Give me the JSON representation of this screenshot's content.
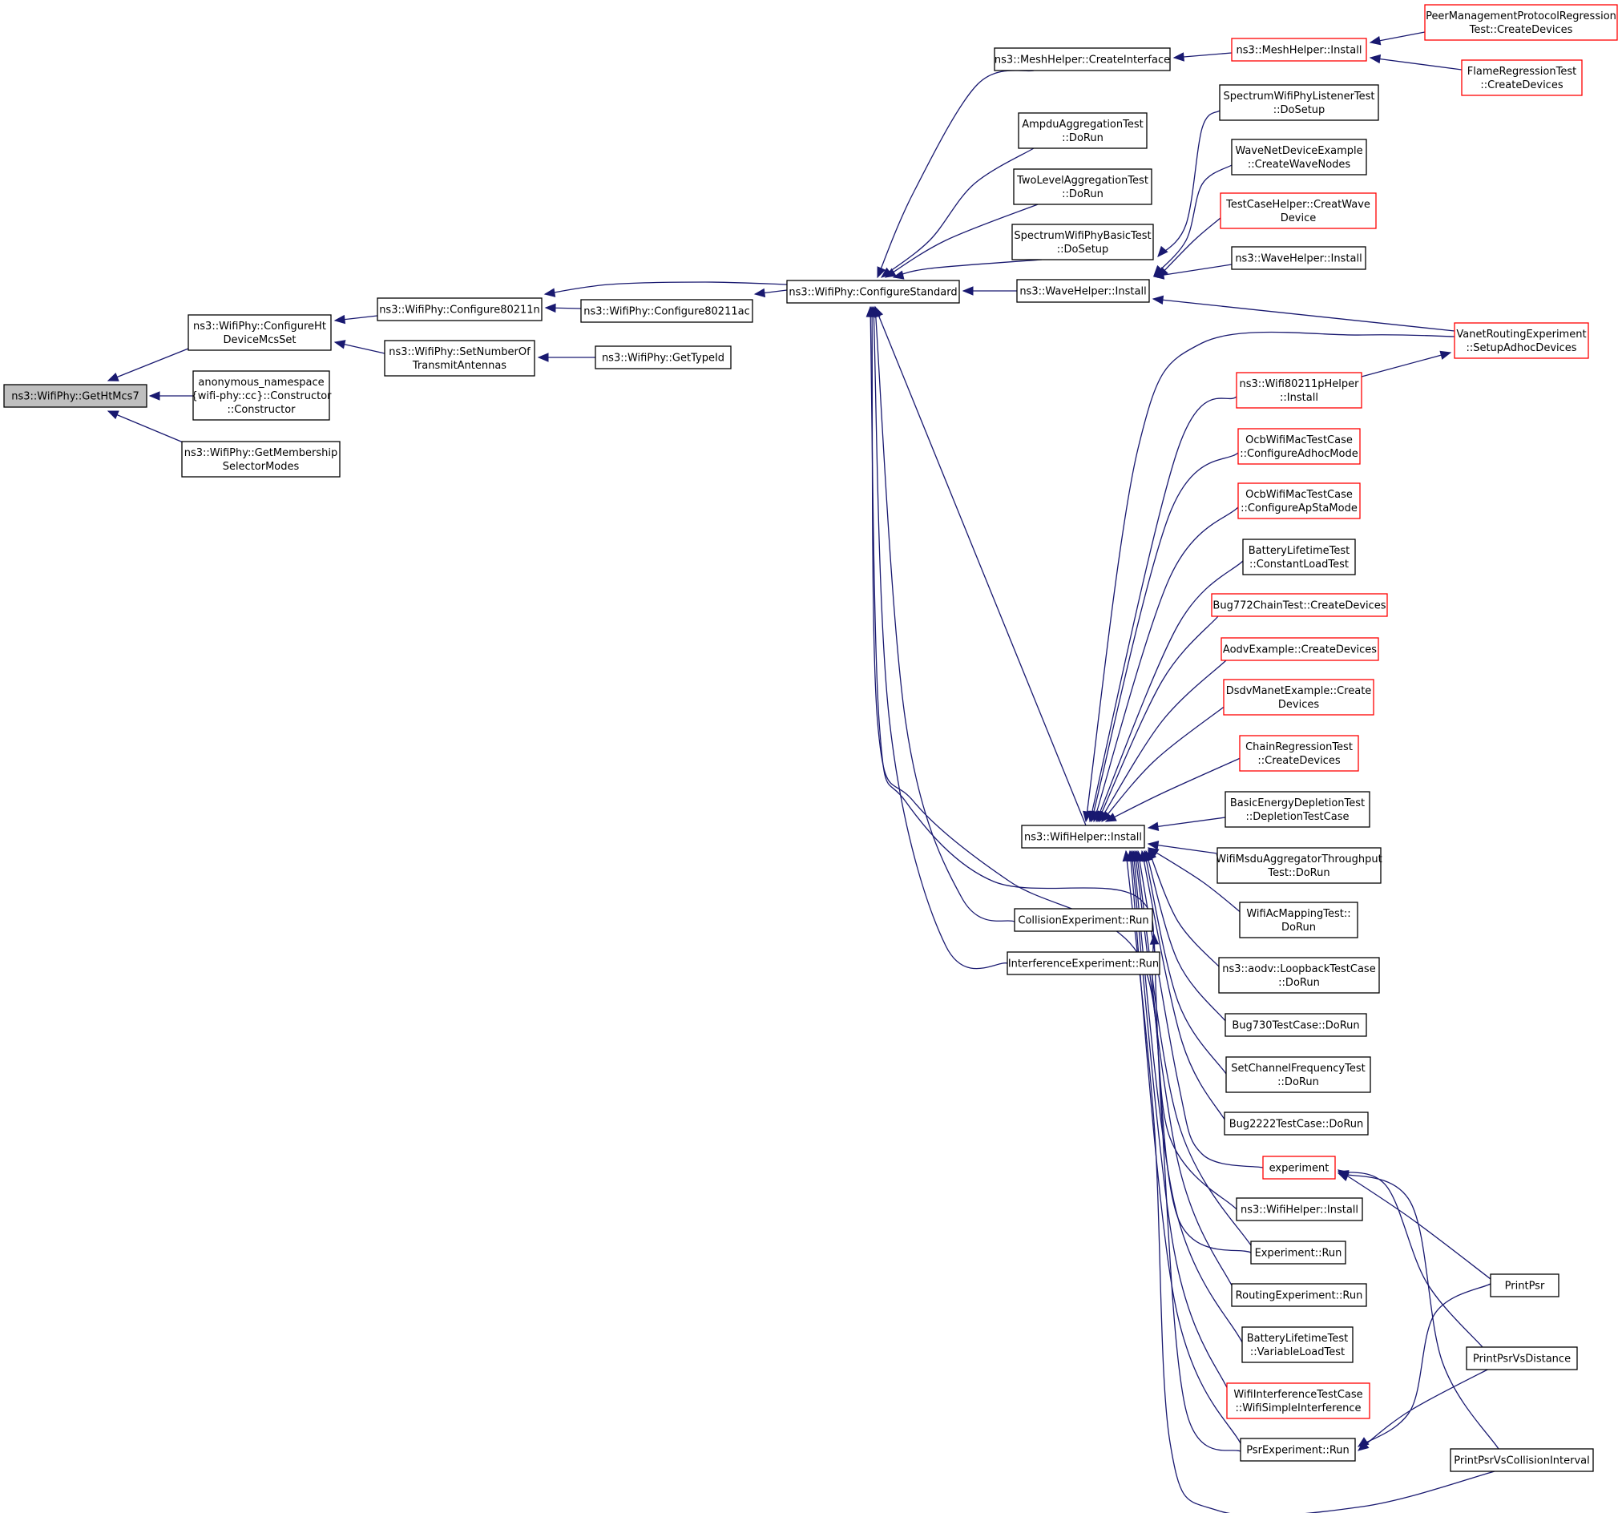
{
  "graph": {
    "edge_color": "#191970",
    "highlight_fill": "#bfbfbf",
    "red_border": "#ff0000",
    "nodes": [
      {
        "id": "gethtmcs7",
        "lines": [
          "ns3::WifiPhy::GetHtMcs7"
        ],
        "style": "highlight"
      },
      {
        "id": "configureht",
        "lines": [
          "ns3::WifiPhy::ConfigureHt",
          "DeviceMcsSet"
        ],
        "style": "normal"
      },
      {
        "id": "anon",
        "lines": [
          "anonymous_namespace",
          "{wifi-phy::cc}::Constructor",
          "::Constructor"
        ],
        "style": "normal"
      },
      {
        "id": "getmembership",
        "lines": [
          "ns3::WifiPhy::GetMembership",
          "SelectorModes"
        ],
        "style": "normal"
      },
      {
        "id": "conf80211n",
        "lines": [
          "ns3::WifiPhy::Configure80211n"
        ],
        "style": "normal"
      },
      {
        "id": "setnumtx",
        "lines": [
          "ns3::WifiPhy::SetNumberOf",
          "TransmitAntennas"
        ],
        "style": "normal"
      },
      {
        "id": "conf80211ac",
        "lines": [
          "ns3::WifiPhy::Configure80211ac"
        ],
        "style": "normal"
      },
      {
        "id": "gettypeid",
        "lines": [
          "ns3::WifiPhy::GetTypeId"
        ],
        "style": "normal"
      },
      {
        "id": "confstd",
        "lines": [
          "ns3::WifiPhy::ConfigureStandard"
        ],
        "style": "normal"
      },
      {
        "id": "meshcreateif",
        "lines": [
          "ns3::MeshHelper::CreateInterface"
        ],
        "style": "normal"
      },
      {
        "id": "ampdu",
        "lines": [
          "AmpduAggregationTest",
          "::DoRun"
        ],
        "style": "normal"
      },
      {
        "id": "twolevel",
        "lines": [
          "TwoLevelAggregationTest",
          "::DoRun"
        ],
        "style": "normal"
      },
      {
        "id": "specbasic",
        "lines": [
          "SpectrumWifiPhyBasicTest",
          "::DoSetup"
        ],
        "style": "normal"
      },
      {
        "id": "wavehelper",
        "lines": [
          "ns3::WaveHelper::Install"
        ],
        "style": "normal"
      },
      {
        "id": "wifihelper",
        "lines": [
          "ns3::WifiHelper::Install"
        ],
        "style": "normal"
      },
      {
        "id": "collision",
        "lines": [
          "CollisionExperiment::Run"
        ],
        "style": "normal"
      },
      {
        "id": "interference",
        "lines": [
          "InterferenceExperiment::Run"
        ],
        "style": "normal"
      },
      {
        "id": "meshinstall",
        "lines": [
          "ns3::MeshHelper::Install"
        ],
        "style": "red"
      },
      {
        "id": "peermgmt",
        "lines": [
          "PeerManagementProtocolRegression",
          "Test::CreateDevices"
        ],
        "style": "red"
      },
      {
        "id": "flame",
        "lines": [
          "FlameRegressionTest",
          "::CreateDevices"
        ],
        "style": "red"
      },
      {
        "id": "speclistener",
        "lines": [
          "SpectrumWifiPhyListenerTest",
          "::DoSetup"
        ],
        "style": "normal"
      },
      {
        "id": "wavenet",
        "lines": [
          "WaveNetDeviceExample",
          "::CreateWaveNodes"
        ],
        "style": "normal"
      },
      {
        "id": "testcasehelper",
        "lines": [
          "TestCaseHelper::CreatWave",
          "Device"
        ],
        "style": "red"
      },
      {
        "id": "wavehelper2",
        "lines": [
          "ns3::WaveHelper::Install"
        ],
        "style": "normal"
      },
      {
        "id": "vanet",
        "lines": [
          "VanetRoutingExperiment",
          "::SetupAdhocDevices"
        ],
        "style": "red"
      },
      {
        "id": "wifi80211p",
        "lines": [
          "ns3::Wifi80211pHelper",
          "::Install"
        ],
        "style": "red"
      },
      {
        "id": "ocbadhoc",
        "lines": [
          "OcbWifiMacTestCase",
          "::ConfigureAdhocMode"
        ],
        "style": "red"
      },
      {
        "id": "ocbapsta",
        "lines": [
          "OcbWifiMacTestCase",
          "::ConfigureApStaMode"
        ],
        "style": "red"
      },
      {
        "id": "batconst",
        "lines": [
          "BatteryLifetimeTest",
          "::ConstantLoadTest"
        ],
        "style": "normal"
      },
      {
        "id": "bug772",
        "lines": [
          "Bug772ChainTest::CreateDevices"
        ],
        "style": "red"
      },
      {
        "id": "aodvex",
        "lines": [
          "AodvExample::CreateDevices"
        ],
        "style": "red"
      },
      {
        "id": "dsdv",
        "lines": [
          "DsdvManetExample::Create",
          "Devices"
        ],
        "style": "red"
      },
      {
        "id": "chainreg",
        "lines": [
          "ChainRegressionTest",
          "::CreateDevices"
        ],
        "style": "red"
      },
      {
        "id": "basicenergy",
        "lines": [
          "BasicEnergyDepletionTest",
          "::DepletionTestCase"
        ],
        "style": "normal"
      },
      {
        "id": "msdu",
        "lines": [
          "WifiMsduAggregatorThroughput",
          "Test::DoRun"
        ],
        "style": "normal"
      },
      {
        "id": "acmapping",
        "lines": [
          "WifiAcMappingTest::",
          "DoRun"
        ],
        "style": "normal"
      },
      {
        "id": "loopback",
        "lines": [
          "ns3::aodv::LoopbackTestCase",
          "::DoRun"
        ],
        "style": "normal"
      },
      {
        "id": "bug730",
        "lines": [
          "Bug730TestCase::DoRun"
        ],
        "style": "normal"
      },
      {
        "id": "setchannel",
        "lines": [
          "SetChannelFrequencyTest",
          "::DoRun"
        ],
        "style": "normal"
      },
      {
        "id": "bug2222",
        "lines": [
          "Bug2222TestCase::DoRun"
        ],
        "style": "normal"
      },
      {
        "id": "experiment",
        "lines": [
          "experiment"
        ],
        "style": "red"
      },
      {
        "id": "wifihelper2",
        "lines": [
          "ns3::WifiHelper::Install"
        ],
        "style": "normal"
      },
      {
        "id": "exprun",
        "lines": [
          "Experiment::Run"
        ],
        "style": "normal"
      },
      {
        "id": "routingexp",
        "lines": [
          "RoutingExperiment::Run"
        ],
        "style": "normal"
      },
      {
        "id": "batvar",
        "lines": [
          "BatteryLifetimeTest",
          "::VariableLoadTest"
        ],
        "style": "normal"
      },
      {
        "id": "wifiinterf",
        "lines": [
          "WifiInterferenceTestCase",
          "::WifiSimpleInterference"
        ],
        "style": "red"
      },
      {
        "id": "psrexp",
        "lines": [
          "PsrExperiment::Run"
        ],
        "style": "normal"
      },
      {
        "id": "printpsr",
        "lines": [
          "PrintPsr"
        ],
        "style": "normal"
      },
      {
        "id": "printpsrdist",
        "lines": [
          "PrintPsrVsDistance"
        ],
        "style": "normal"
      },
      {
        "id": "printpsrcoll",
        "lines": [
          "PrintPsrVsCollisionInterval"
        ],
        "style": "normal"
      }
    ],
    "edges": [
      [
        "configureht",
        "gethtmcs7"
      ],
      [
        "anon",
        "gethtmcs7"
      ],
      [
        "getmembership",
        "gethtmcs7"
      ],
      [
        "conf80211n",
        "configureht"
      ],
      [
        "setnumtx",
        "configureht"
      ],
      [
        "confstd",
        "conf80211n"
      ],
      [
        "conf80211ac",
        "conf80211n"
      ],
      [
        "confstd",
        "conf80211ac"
      ],
      [
        "gettypeid",
        "setnumtx"
      ],
      [
        "meshcreateif",
        "confstd"
      ],
      [
        "ampdu",
        "confstd"
      ],
      [
        "twolevel",
        "confstd"
      ],
      [
        "specbasic",
        "confstd"
      ],
      [
        "wavehelper",
        "confstd"
      ],
      [
        "wifihelper",
        "confstd"
      ],
      [
        "collision",
        "confstd"
      ],
      [
        "interference",
        "confstd"
      ],
      [
        "wifihelper2",
        "confstd"
      ],
      [
        "exprun",
        "confstd"
      ],
      [
        "meshinstall",
        "meshcreateif"
      ],
      [
        "peermgmt",
        "meshinstall"
      ],
      [
        "flame",
        "meshinstall"
      ],
      [
        "speclistener",
        "specbasic"
      ],
      [
        "wavenet",
        "wavehelper"
      ],
      [
        "testcasehelper",
        "wavehelper"
      ],
      [
        "wavehelper2",
        "wavehelper"
      ],
      [
        "vanet",
        "wavehelper"
      ],
      [
        "wifi80211p",
        "vanet"
      ],
      [
        "vanet",
        "wifihelper"
      ],
      [
        "wifi80211p",
        "wifihelper"
      ],
      [
        "ocbadhoc",
        "wifihelper"
      ],
      [
        "ocbapsta",
        "wifihelper"
      ],
      [
        "batconst",
        "wifihelper"
      ],
      [
        "bug772",
        "wifihelper"
      ],
      [
        "aodvex",
        "wifihelper"
      ],
      [
        "dsdv",
        "wifihelper"
      ],
      [
        "chainreg",
        "wifihelper"
      ],
      [
        "basicenergy",
        "wifihelper"
      ],
      [
        "msdu",
        "wifihelper"
      ],
      [
        "acmapping",
        "wifihelper"
      ],
      [
        "loopback",
        "wifihelper"
      ],
      [
        "bug730",
        "wifihelper"
      ],
      [
        "setchannel",
        "wifihelper"
      ],
      [
        "bug2222",
        "wifihelper"
      ],
      [
        "experiment",
        "wifihelper"
      ],
      [
        "exprun",
        "wifihelper"
      ],
      [
        "routingexp",
        "wifihelper"
      ],
      [
        "batvar",
        "wifihelper"
      ],
      [
        "wifiinterf",
        "wifihelper"
      ],
      [
        "psrexp",
        "wifihelper"
      ],
      [
        "printpsrcoll",
        "wifihelper"
      ],
      [
        "psrexp",
        "collision"
      ],
      [
        "printpsr",
        "experiment"
      ],
      [
        "printpsrdist",
        "experiment"
      ],
      [
        "printpsrcoll",
        "experiment"
      ],
      [
        "printpsr",
        "psrexp"
      ],
      [
        "printpsrdist",
        "psrexp"
      ]
    ]
  }
}
